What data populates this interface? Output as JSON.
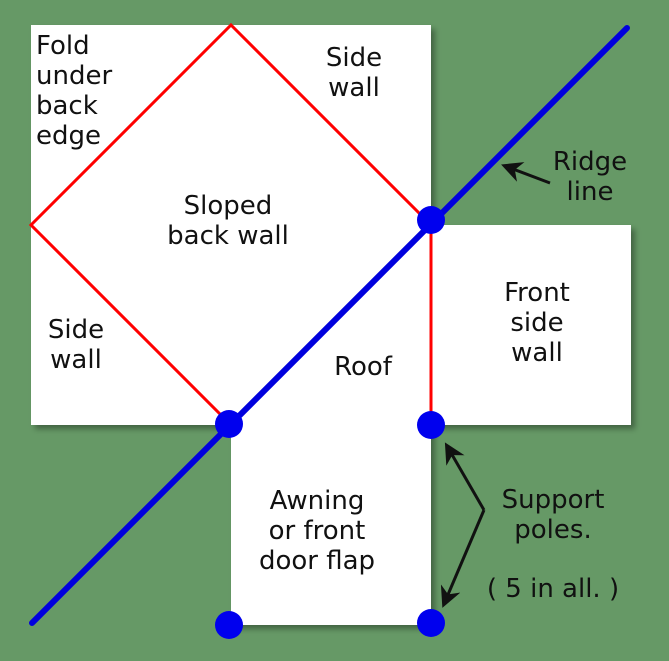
{
  "labels": {
    "fold_line1": "Fold",
    "fold_line2": "under",
    "fold_line3": "back",
    "fold_line4": "edge",
    "side_wall_top_line1": "Side",
    "side_wall_top_line2": "wall",
    "sloped_line1": "Sloped",
    "sloped_line2": "back wall",
    "side_wall_left_line1": "Side",
    "side_wall_left_line2": "wall",
    "roof": "Roof",
    "front_side_line1": "Front",
    "front_side_line2": "side",
    "front_side_line3": "wall",
    "ridge_line1": "Ridge",
    "ridge_line2": "line",
    "awning_line1": "Awning",
    "awning_line2": "or front",
    "awning_line3": "door flap",
    "support_line1": "Support",
    "support_line2": "poles.",
    "support_line3": "( 5 in all. )"
  },
  "colors": {
    "background": "#669966",
    "panel": "#ffffff",
    "fold_lines": "#ff0000",
    "ridge_line": "#0000dd",
    "pole_dots": "#0000ee",
    "arrows": "#111111"
  }
}
